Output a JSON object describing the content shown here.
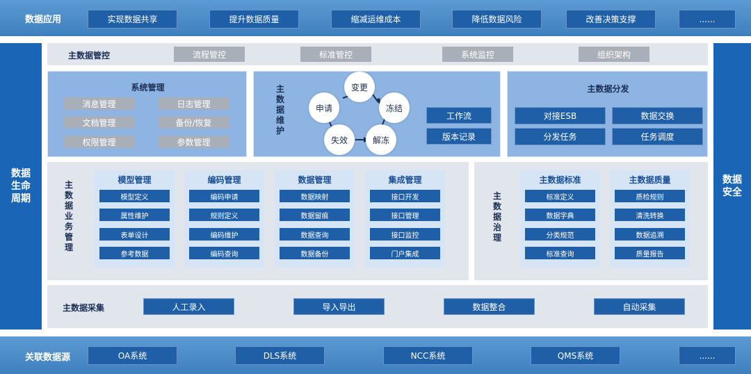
{
  "app_layer": {
    "title": "数据应用",
    "items": [
      "实现数据共享",
      "提升数据质量",
      "缩减运维成本",
      "降低数据风险",
      "改善决策支撑",
      "......"
    ]
  },
  "left_side": "数据生命周期",
  "right_side": "数据安全",
  "control": {
    "title": "主数据管控",
    "items": [
      "流程管控",
      "标准管控",
      "系统监控",
      "组织架构"
    ]
  },
  "system_mgmt": {
    "title": "系统管理",
    "items": [
      "消息管理",
      "日志管理",
      "文档管理",
      "备份/恢复",
      "权限管理",
      "参数管理"
    ]
  },
  "maintenance": {
    "title": "主数据维护",
    "cycle": [
      "变更",
      "冻结",
      "解冻",
      "失效",
      "申请"
    ],
    "items": [
      "工作流",
      "版本记录"
    ]
  },
  "distribution": {
    "title": "主数据分发",
    "items": [
      "对接ESB",
      "数据交换",
      "分发任务",
      "任务调度"
    ]
  },
  "business": {
    "title": "主数据业务管理",
    "columns": [
      {
        "title": "模型管理",
        "items": [
          "模型定义",
          "属性维护",
          "表单设计",
          "参考数据"
        ]
      },
      {
        "title": "编码管理",
        "items": [
          "编码申请",
          "规则定义",
          "编码维护",
          "编码查询"
        ]
      },
      {
        "title": "数据管理",
        "items": [
          "数据映射",
          "数据留痕",
          "数据查询",
          "数据备份"
        ]
      },
      {
        "title": "集成管理",
        "items": [
          "接口开发",
          "接口管理",
          "接口监控",
          "门户集成"
        ]
      }
    ]
  },
  "governance": {
    "title": "主数据治理",
    "columns": [
      {
        "title": "主数据标准",
        "items": [
          "标准定义",
          "数据字典",
          "分类规范",
          "标准查询"
        ]
      },
      {
        "title": "主数据质量",
        "items": [
          "质检规则",
          "清洗转换",
          "数据追溯",
          "质量报告"
        ]
      }
    ]
  },
  "collection": {
    "title": "主数据采集",
    "items": [
      "人工录入",
      "导入导出",
      "数据整合",
      "自动采集"
    ]
  },
  "sources": {
    "title": "关联数据源",
    "items": [
      "OA系统",
      "DLS系统",
      "NCC系统",
      "QMS系统",
      "......"
    ]
  },
  "colors": {
    "dark_blue": "#1f5fa8",
    "side_blue": "#1a65b5",
    "band_blue": "#4f8fcc",
    "panel_blue": "#8db4e2",
    "panel_grey": "#e1e5ec"
  }
}
